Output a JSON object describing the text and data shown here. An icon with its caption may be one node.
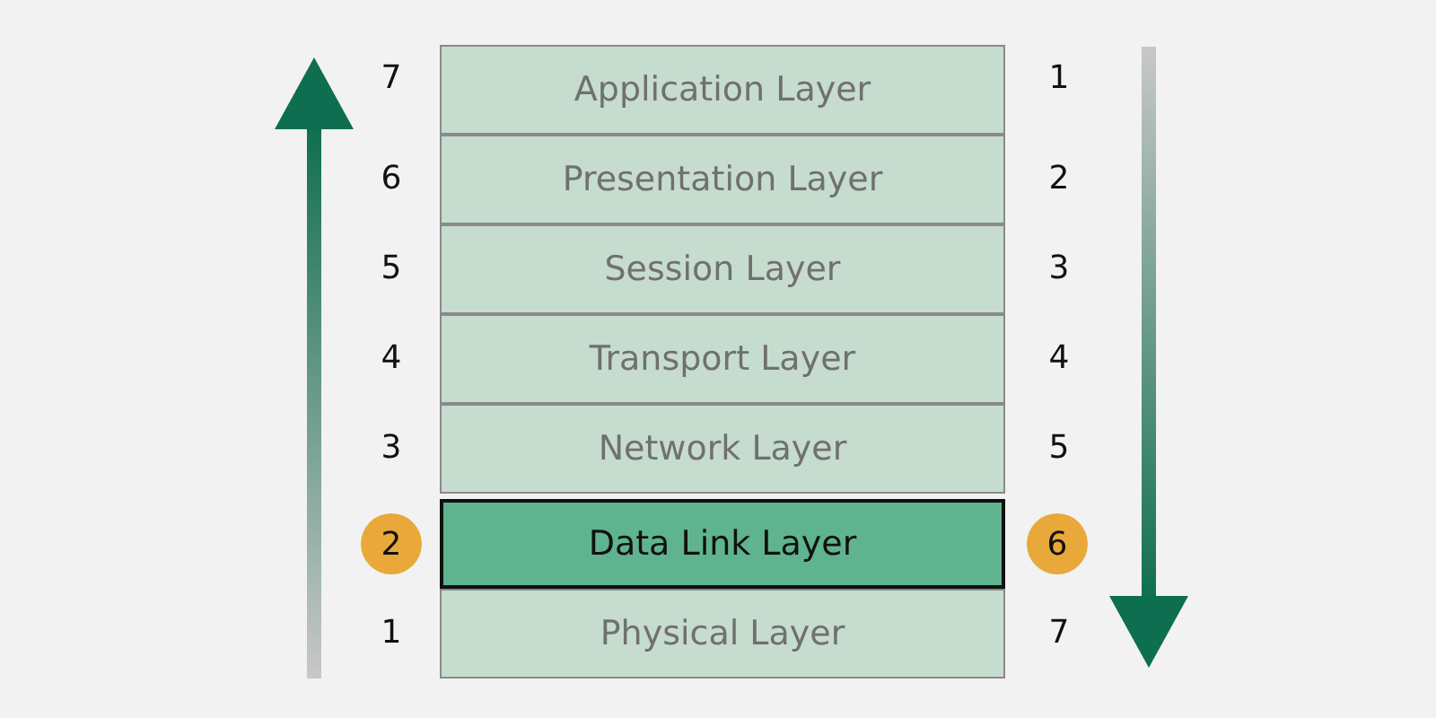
{
  "diagram": {
    "nodes": [
      {
        "text": [
          "Application Layer"
        ]
      },
      {
        "text": [
          "Presentation Layer"
        ]
      },
      {
        "text": [
          "Session Layer"
        ]
      },
      {
        "text": [
          "Transport Layer"
        ]
      },
      {
        "text": [
          "Network Layer"
        ]
      },
      {
        "text": [
          "Data Link Layer"
        ]
      },
      {
        "text": [
          "Physical Layer"
        ]
      },
      {
        "text": [
          "2"
        ]
      },
      {
        "text": [
          "6"
        ]
      }
    ],
    "edges": [],
    "labels": [
      "7",
      "1",
      "6",
      "2",
      "5",
      "3",
      "4",
      "4",
      "3",
      "5",
      "1",
      "7"
    ]
  }
}
